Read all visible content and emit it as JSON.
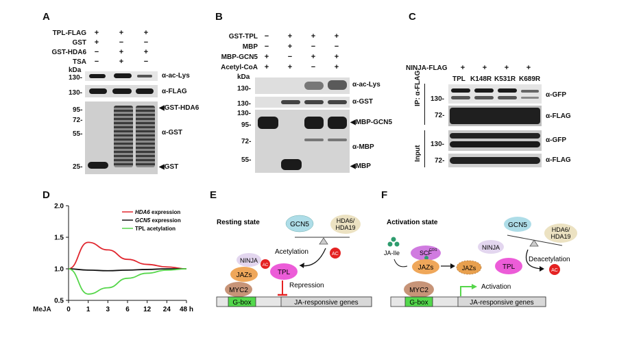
{
  "panels": {
    "A": "A",
    "B": "B",
    "C": "C",
    "D": "D",
    "E": "E",
    "F": "F"
  },
  "A": {
    "rows": [
      {
        "label": "TPL-FLAG",
        "marks": [
          "+",
          "+",
          "+"
        ]
      },
      {
        "label": "GST",
        "marks": [
          "+",
          "−",
          "−"
        ]
      },
      {
        "label": "GST-HDA6",
        "marks": [
          "−",
          "+",
          "+"
        ]
      },
      {
        "label": "TSA",
        "marks": [
          "−",
          "+",
          "−"
        ]
      }
    ],
    "kda": "kDa",
    "mw": [
      "130-",
      "130-",
      "95-",
      "72-",
      "55-",
      "25-"
    ],
    "antibodies": [
      "α-ac-Lys",
      "α-FLAG",
      "α-GST"
    ],
    "arrows": [
      "GST-HDA6",
      "GST"
    ]
  },
  "B": {
    "rows": [
      {
        "label": "GST-TPL",
        "marks": [
          "−",
          "+",
          "+",
          "+"
        ]
      },
      {
        "label": "MBP",
        "marks": [
          "−",
          "+",
          "−",
          "−"
        ]
      },
      {
        "label": "MBP-GCN5",
        "marks": [
          "+",
          "−",
          "+",
          "+"
        ]
      },
      {
        "label": "Acetyl-CoA",
        "marks": [
          "+",
          "+",
          "−",
          "+"
        ]
      }
    ],
    "kda": "kDa",
    "mw": [
      "130-",
      "130-",
      "130-",
      "95-",
      "72-",
      "55-"
    ],
    "antibodies": [
      "α-ac-Lys",
      "α-GST",
      "α-MBP"
    ],
    "arrows": [
      "MBP-GCN5",
      "MBP"
    ]
  },
  "C": {
    "title": "NINJA-FLAG",
    "marks": [
      "+",
      "+",
      "+",
      "+"
    ],
    "lanes": [
      "TPL",
      "K148R",
      "K531R",
      "K689R"
    ],
    "ip": "IP: α-FLAG",
    "input": "Input",
    "mw": [
      "130-",
      "72-",
      "130-",
      "72-"
    ],
    "antibodies": [
      "α-GFP",
      "α-FLAG",
      "α-GFP",
      "α-FLAG"
    ]
  },
  "D": {
    "legend": [
      {
        "label": "HDA6 expression",
        "italic_part": "HDA6",
        "color": "#e0262e"
      },
      {
        "label": "GCN5 expression",
        "italic_part": "GCN5",
        "color": "#111111"
      },
      {
        "label": "TPL acetylation",
        "italic_part": "",
        "color": "#55d64a"
      }
    ],
    "x_title": "MeJA",
    "x_ticks": [
      "0",
      "1",
      "3",
      "6",
      "12",
      "24",
      "48 h"
    ],
    "y_ticks": [
      "0.5",
      "1.0",
      "1.5",
      "2.0"
    ]
  },
  "chart_data": {
    "type": "line",
    "categories": [
      "0",
      "1",
      "3",
      "6",
      "12",
      "24",
      "48"
    ],
    "ylim": [
      0.5,
      2.0
    ],
    "series": [
      {
        "name": "HDA6 expression",
        "values": [
          1.0,
          1.42,
          1.3,
          1.15,
          1.07,
          1.03,
          1.0
        ]
      },
      {
        "name": "GCN5 expression",
        "values": [
          1.0,
          0.98,
          0.97,
          0.98,
          0.99,
          1.0,
          1.0
        ]
      },
      {
        "name": "TPL acetylation",
        "values": [
          1.0,
          0.6,
          0.7,
          0.85,
          0.93,
          0.98,
          1.0
        ]
      }
    ]
  },
  "E": {
    "title": "Resting state",
    "gcn5": "GCN5",
    "hda": "HDA6/\nHDA19",
    "hda1": "HDA6/",
    "hda2": "HDA19",
    "acetylation": "Acetylation",
    "ac": "AC",
    "ninja": "NINJA",
    "tpl": "TPL",
    "jazs": "JAZs",
    "myc2": "MYC2",
    "repression": "Repression",
    "gbox": "G-box",
    "genes": "JA-responsive genes"
  },
  "F": {
    "title": "Activation state",
    "jaile": "JA-Ile",
    "scf": "SCF",
    "scf_sup": "COI1",
    "jazs": "JAZs",
    "jazs2": "JAZs",
    "ninja": "NINJA",
    "tpl": "TPL",
    "gcn5": "GCN5",
    "hda1": "HDA6/",
    "hda2": "HDA19",
    "deacetylation": "Deacetylation",
    "ac": "AC",
    "myc2": "MYC2",
    "activation": "Activation",
    "gbox": "G-box",
    "genes": "JA-responsive genes"
  }
}
